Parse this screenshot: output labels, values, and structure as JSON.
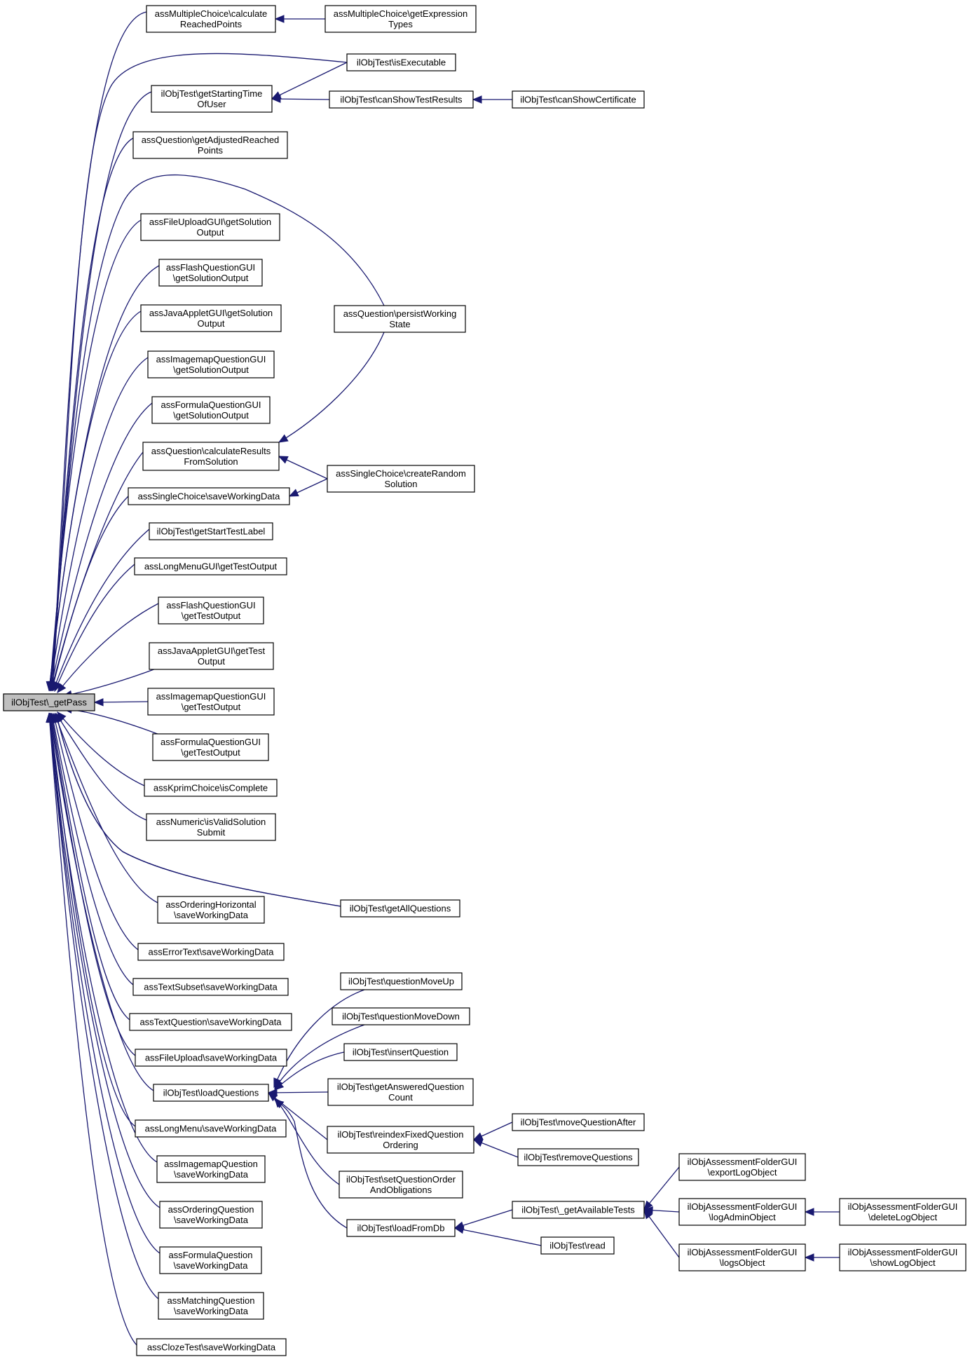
{
  "graph": {
    "root": "ilObjTest\\_getPass",
    "nodes": {
      "root": [
        "ilObjTest\\_getPass"
      ],
      "n1": [
        "assMultipleChoice\\calculate",
        "ReachedPoints"
      ],
      "n2": [
        "ilObjTest\\getStartingTime",
        "OfUser"
      ],
      "n3": [
        "assQuestion\\getAdjustedReached",
        "Points"
      ],
      "n4": [
        "assFileUploadGUI\\getSolution",
        "Output"
      ],
      "n5": [
        "assFlashQuestionGUI",
        "\\getSolutionOutput"
      ],
      "n6": [
        "assJavaAppletGUI\\getSolution",
        "Output"
      ],
      "n7": [
        "assImagemapQuestionGUI",
        "\\getSolutionOutput"
      ],
      "n8": [
        "assFormulaQuestionGUI",
        "\\getSolutionOutput"
      ],
      "n9": [
        "assQuestion\\calculateResults",
        "FromSolution"
      ],
      "n10": [
        "assSingleChoice\\saveWorkingData"
      ],
      "n11": [
        "ilObjTest\\getStartTestLabel"
      ],
      "n12": [
        "assLongMenuGUI\\getTestOutput"
      ],
      "n13": [
        "assFlashQuestionGUI",
        "\\getTestOutput"
      ],
      "n14": [
        "assJavaAppletGUI\\getTest",
        "Output"
      ],
      "n15": [
        "assImagemapQuestionGUI",
        "\\getTestOutput"
      ],
      "n16": [
        "assFormulaQuestionGUI",
        "\\getTestOutput"
      ],
      "n17": [
        "assKprimChoice\\isComplete"
      ],
      "n18": [
        "assNumeric\\isValidSolution",
        "Submit"
      ],
      "n19": [
        "assOrderingHorizontal",
        "\\saveWorkingData"
      ],
      "n20": [
        "assErrorText\\saveWorkingData"
      ],
      "n21": [
        "assTextSubset\\saveWorkingData"
      ],
      "n22": [
        "assTextQuestion\\saveWorkingData"
      ],
      "n23": [
        "assFileUpload\\saveWorkingData"
      ],
      "n24": [
        "ilObjTest\\loadQuestions"
      ],
      "n25": [
        "assLongMenu\\saveWorkingData"
      ],
      "n26": [
        "assImagemapQuestion",
        "\\saveWorkingData"
      ],
      "n27": [
        "assOrderingQuestion",
        "\\saveWorkingData"
      ],
      "n28": [
        "assFormulaQuestion",
        "\\saveWorkingData"
      ],
      "n29": [
        "assMatchingQuestion",
        "\\saveWorkingData"
      ],
      "n30": [
        "assClozeTest\\saveWorkingData"
      ],
      "m1": [
        "assMultipleChoice\\getExpression",
        "Types"
      ],
      "m2": [
        "ilObjTest\\isExecutable"
      ],
      "m3": [
        "ilObjTest\\canShowTestResults"
      ],
      "m4": [
        "assQuestion\\persistWorking",
        "State"
      ],
      "m5": [
        "assSingleChoice\\createRandom",
        "Solution"
      ],
      "m6": [
        "ilObjTest\\getAllQuestions"
      ],
      "m7": [
        "ilObjTest\\questionMoveUp"
      ],
      "m8": [
        "ilObjTest\\questionMoveDown"
      ],
      "m9": [
        "ilObjTest\\insertQuestion"
      ],
      "m10": [
        "ilObjTest\\getAnsweredQuestion",
        "Count"
      ],
      "m11": [
        "ilObjTest\\reindexFixedQuestion",
        "Ordering"
      ],
      "m12": [
        "ilObjTest\\setQuestionOrder",
        "AndObligations"
      ],
      "m13": [
        "ilObjTest\\loadFromDb"
      ],
      "k1": [
        "ilObjTest\\canShowCertificate"
      ],
      "k2": [
        "ilObjTest\\moveQuestionAfter"
      ],
      "k3": [
        "ilObjTest\\removeQuestions"
      ],
      "k4": [
        "ilObjTest\\_getAvailableTests"
      ],
      "k5": [
        "ilObjTest\\read"
      ],
      "j1": [
        "ilObjAssessmentFolderGUI",
        "\\exportLogObject"
      ],
      "j2": [
        "ilObjAssessmentFolderGUI",
        "\\logAdminObject"
      ],
      "j3": [
        "ilObjAssessmentFolderGUI",
        "\\logsObject"
      ],
      "i1": [
        "ilObjAssessmentFolderGUI",
        "\\deleteLogObject"
      ],
      "i2": [
        "ilObjAssessmentFolderGUI",
        "\\showLogObject"
      ]
    },
    "edges": [
      [
        "n1",
        "root"
      ],
      [
        "n2",
        "root"
      ],
      [
        "n3",
        "root"
      ],
      [
        "n4",
        "root"
      ],
      [
        "n5",
        "root"
      ],
      [
        "n6",
        "root"
      ],
      [
        "n7",
        "root"
      ],
      [
        "n8",
        "root"
      ],
      [
        "n9",
        "root"
      ],
      [
        "n10",
        "root"
      ],
      [
        "n11",
        "root"
      ],
      [
        "n12",
        "root"
      ],
      [
        "n13",
        "root"
      ],
      [
        "n14",
        "root"
      ],
      [
        "n15",
        "root"
      ],
      [
        "n16",
        "root"
      ],
      [
        "n17",
        "root"
      ],
      [
        "n18",
        "root"
      ],
      [
        "n19",
        "root"
      ],
      [
        "n20",
        "root"
      ],
      [
        "n21",
        "root"
      ],
      [
        "n22",
        "root"
      ],
      [
        "n23",
        "root"
      ],
      [
        "n24",
        "root"
      ],
      [
        "n25",
        "root"
      ],
      [
        "n26",
        "root"
      ],
      [
        "n27",
        "root"
      ],
      [
        "n28",
        "root"
      ],
      [
        "n29",
        "root"
      ],
      [
        "n30",
        "root"
      ],
      [
        "m2",
        "root"
      ],
      [
        "m4",
        "root"
      ],
      [
        "m6",
        "root"
      ],
      [
        "m1",
        "n1"
      ],
      [
        "m2",
        "n2"
      ],
      [
        "m3",
        "n2"
      ],
      [
        "m4",
        "n9"
      ],
      [
        "m5",
        "n9"
      ],
      [
        "m5",
        "n10"
      ],
      [
        "m6",
        "n24"
      ],
      [
        "m7",
        "n24"
      ],
      [
        "m8",
        "n24"
      ],
      [
        "m9",
        "n24"
      ],
      [
        "m10",
        "n24"
      ],
      [
        "m11",
        "n24"
      ],
      [
        "m12",
        "n24"
      ],
      [
        "m13",
        "n24"
      ],
      [
        "k1",
        "m3"
      ],
      [
        "k2",
        "m11"
      ],
      [
        "k3",
        "m11"
      ],
      [
        "k4",
        "m13"
      ],
      [
        "k5",
        "m13"
      ],
      [
        "j1",
        "k4"
      ],
      [
        "j2",
        "k4"
      ],
      [
        "j3",
        "k4"
      ],
      [
        "i1",
        "j2"
      ],
      [
        "i2",
        "j3"
      ]
    ]
  }
}
